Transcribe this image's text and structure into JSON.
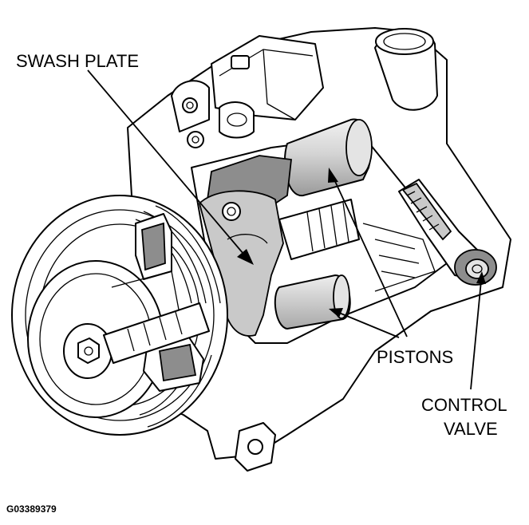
{
  "figure_code": "G03389379",
  "labels": {
    "swash_plate": "SWASH PLATE",
    "pistons": "PISTONS",
    "control_valve_line1": "CONTROL",
    "control_valve_line2": "VALVE"
  }
}
